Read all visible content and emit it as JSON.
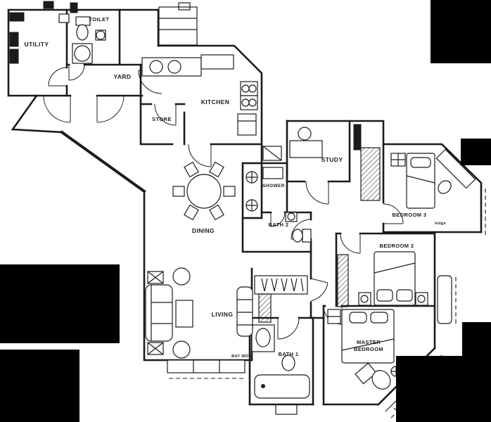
{
  "meta": {
    "type": "floor-plan",
    "style": "scanned black-and-white architectural drawing",
    "units_shown": "none"
  },
  "colors": {
    "background": "#ffffff",
    "ink": "#1b1b1b",
    "redaction_block": "#000000"
  },
  "rooms": [
    {
      "id": "utility",
      "label": "UTILITY"
    },
    {
      "id": "toilet",
      "label": "TOILET"
    },
    {
      "id": "yard",
      "label": "YARD"
    },
    {
      "id": "store",
      "label": "STORE"
    },
    {
      "id": "kitchen",
      "label": "KITCHEN"
    },
    {
      "id": "dining",
      "label": "DINING"
    },
    {
      "id": "shower",
      "label": "SHOWER"
    },
    {
      "id": "bath-2",
      "label": "BATH 2"
    },
    {
      "id": "study",
      "label": "STUDY"
    },
    {
      "id": "bedroom-3",
      "label": "BEDROOM 3"
    },
    {
      "id": "bedroom-2",
      "label": "BEDROOM 2"
    },
    {
      "id": "master-bedroom",
      "label": "MASTER",
      "label2": "BEDROOM"
    },
    {
      "id": "living",
      "label": "LIVING"
    },
    {
      "id": "bath-1",
      "label": "BATH 1"
    },
    {
      "id": "bay-window",
      "label": "BAY WDW"
    },
    {
      "id": "ledge",
      "label": "ledge"
    }
  ],
  "fixtures": [
    "round-dining-table-6-chairs",
    "kitchen-sink-double",
    "cooktop",
    "store-shelves",
    "washing-machine",
    "water-closet",
    "wash-basin",
    "shower-stall",
    "bathtub",
    "single-bed",
    "double-bed-2",
    "wardrobe-hatched",
    "hanging-rail",
    "study-desk",
    "corner-desk-stool",
    "sofa-set",
    "coffee-table",
    "side-tables",
    "riser-ducts",
    "bay-window-ledges",
    "service-shaft"
  ]
}
